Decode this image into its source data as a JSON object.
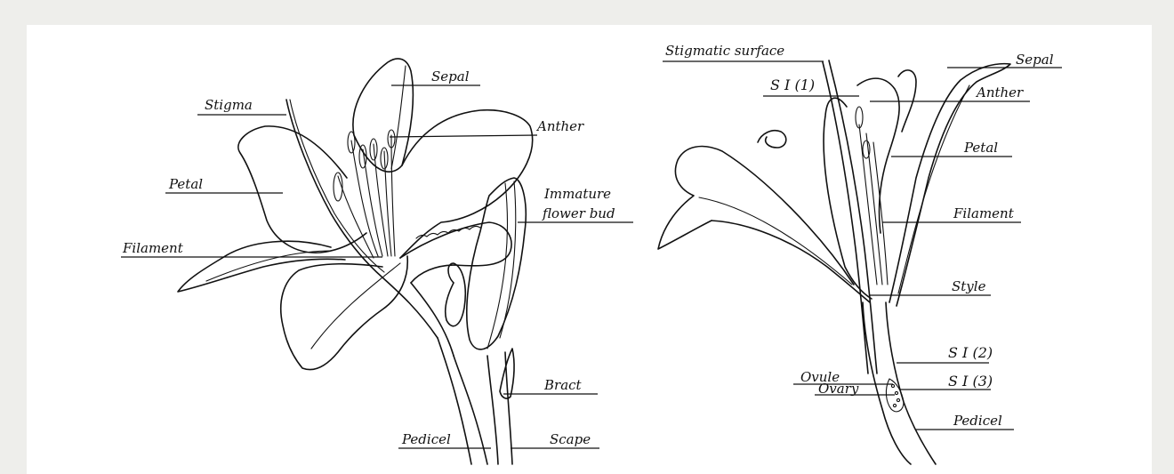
{
  "figure": {
    "left_diagram": {
      "labels": {
        "sepal": "Sepal",
        "stigma": "Stigma",
        "anther": "Anther",
        "petal": "Petal",
        "immature_line1": "Immature",
        "immature_line2": "flower bud",
        "filament": "Filament",
        "bract": "Bract",
        "pedicel": "Pedicel",
        "scape": "Scape"
      }
    },
    "right_diagram": {
      "labels": {
        "stigmatic_surface": "Stigmatic surface",
        "sepal": "Sepal",
        "si1": "S I (1)",
        "anther": "Anther",
        "petal": "Petal",
        "filament": "Filament",
        "style": "Style",
        "si2": "S I (2)",
        "ovule": "Ovule",
        "ovary": "Ovary",
        "si3": "S I (3)",
        "pedicel": "Pedicel"
      }
    }
  }
}
